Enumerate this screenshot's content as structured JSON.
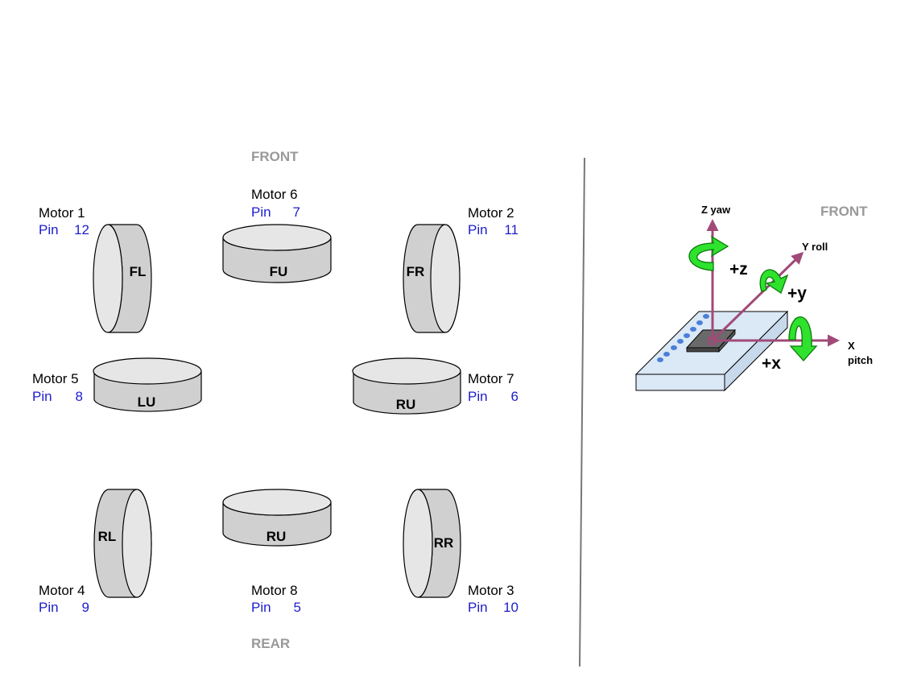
{
  "left_diagram": {
    "front_label": "FRONT",
    "rear_label": "REAR",
    "motors": [
      {
        "id": "motor-1",
        "name": "Motor 1",
        "pin_label": "Pin",
        "pin": "12",
        "code": "FL"
      },
      {
        "id": "motor-6",
        "name": "Motor 6",
        "pin_label": "Pin",
        "pin": "7",
        "code": "FU"
      },
      {
        "id": "motor-2",
        "name": "Motor 2",
        "pin_label": "Pin",
        "pin": "11",
        "code": "FR"
      },
      {
        "id": "motor-5",
        "name": "Motor 5",
        "pin_label": "Pin",
        "pin": "8",
        "code": "LU"
      },
      {
        "id": "motor-7",
        "name": "Motor 7",
        "pin_label": "Pin",
        "pin": "6",
        "code": "RU"
      },
      {
        "id": "motor-4",
        "name": "Motor 4",
        "pin_label": "Pin",
        "pin": "9",
        "code": "RL"
      },
      {
        "id": "motor-8",
        "name": "Motor 8",
        "pin_label": "Pin",
        "pin": "5",
        "code": "RU"
      },
      {
        "id": "motor-3",
        "name": "Motor 3",
        "pin_label": "Pin",
        "pin": "10",
        "code": "RR"
      }
    ]
  },
  "right_diagram": {
    "front_label": "FRONT",
    "axes": {
      "z_label": "Z yaw",
      "y_label": "Y roll",
      "x_label": "X",
      "x_sub_label": "pitch"
    },
    "rotations": {
      "z": "+z",
      "y": "+y",
      "x": "+x"
    }
  },
  "colors": {
    "motor_face": "#e6e6e6",
    "motor_side": "#d0d0d0",
    "pin_text": "#1d1dcc",
    "side_label": "#999999",
    "axis": "#a04a78",
    "rotation_arrow": "#2ee22e",
    "board": "#dbe8f6",
    "board_leds": "#4a7fd8",
    "chip": "#6a6a6a"
  }
}
